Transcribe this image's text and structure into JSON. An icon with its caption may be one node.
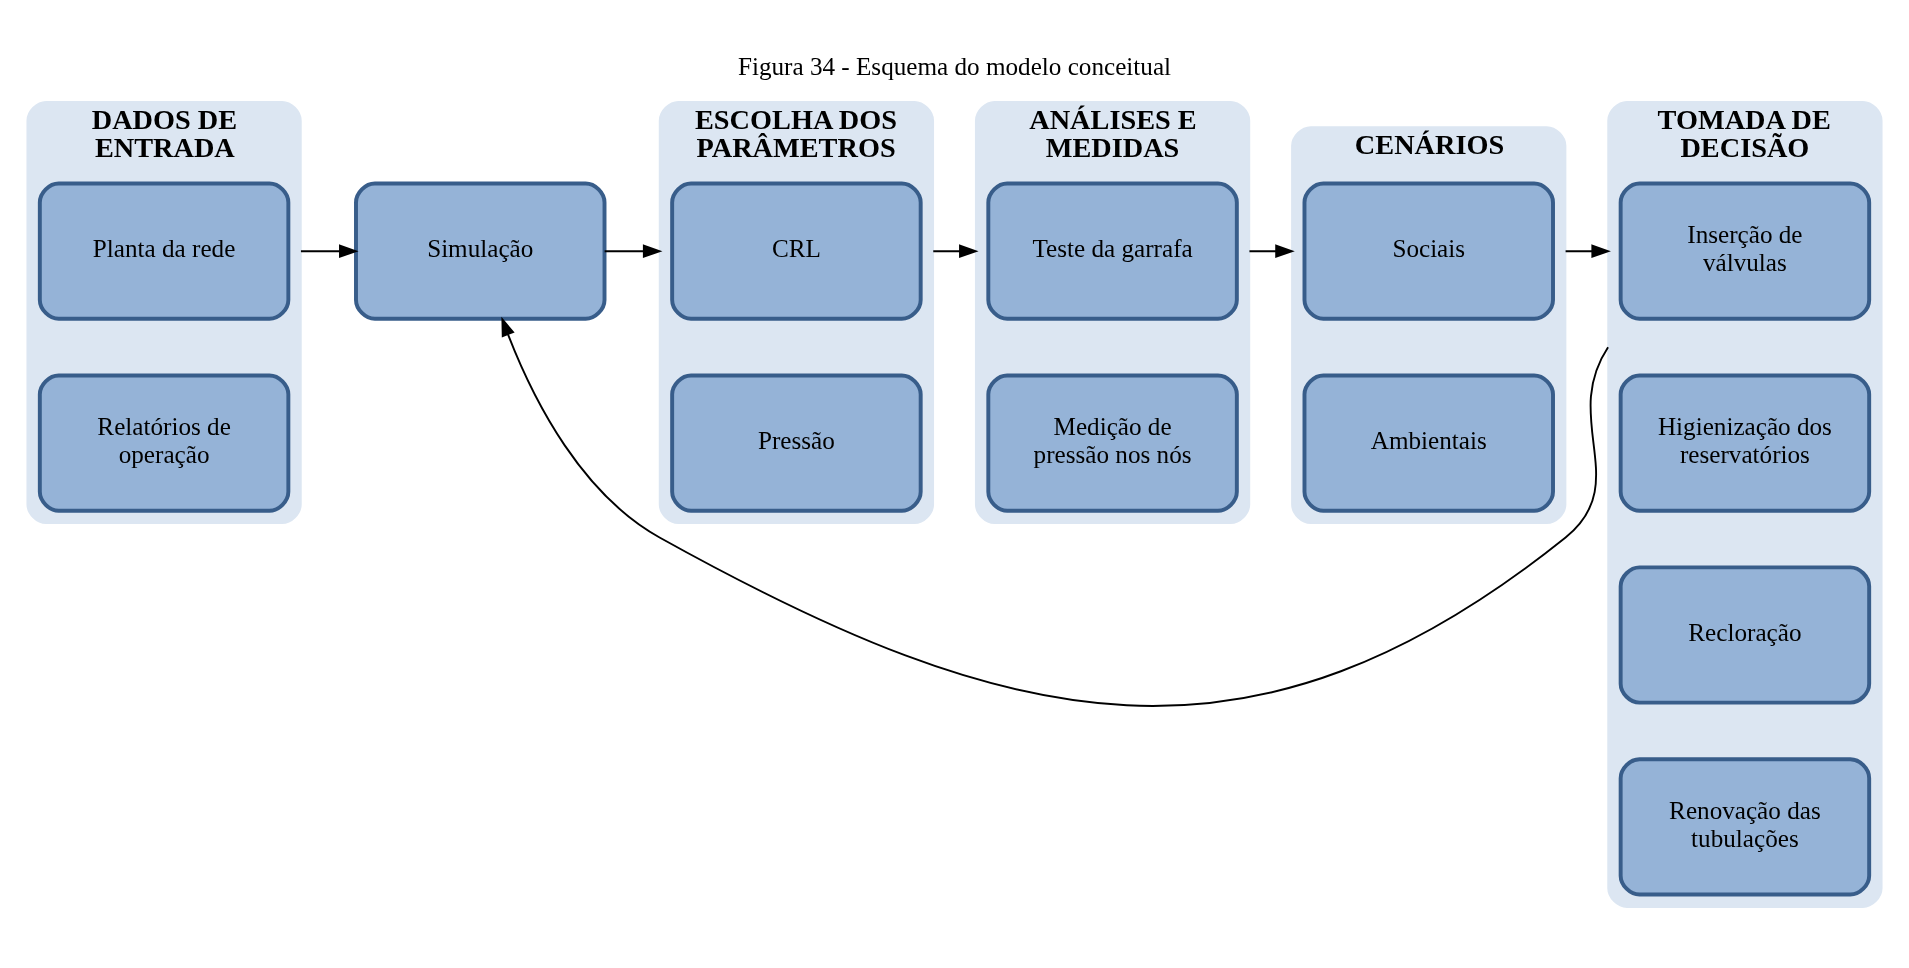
{
  "diagram": {
    "title": "Figura 34 - Esquema do modelo conceitual",
    "nodes": [
      {
        "text": [
          "DADOS DE ENTRADA"
        ]
      },
      {
        "text": [
          "Planta da rede"
        ],
        "in": 0
      },
      {
        "text": [
          "Relatórios de operação"
        ],
        "in": 0
      },
      {
        "text": [
          "Simulação"
        ]
      },
      {
        "text": [
          "ESCOLHA DOS PARÂMETROS"
        ]
      },
      {
        "text": [
          "CRL"
        ],
        "in": 4
      },
      {
        "text": [
          "Pressão"
        ],
        "in": 4
      },
      {
        "text": [
          "ANÁLISES E MEDIDAS"
        ]
      },
      {
        "text": [
          "Teste da garrafa"
        ],
        "in": 7
      },
      {
        "text": [
          "Medição de pressão nos nós"
        ],
        "in": 7
      },
      {
        "text": [
          "CENÁRIOS"
        ]
      },
      {
        "text": [
          "Sociais"
        ],
        "in": 10
      },
      {
        "text": [
          "Ambientais"
        ],
        "in": 10
      },
      {
        "text": [
          "TOMADA DE DECISÃO"
        ]
      },
      {
        "text": [
          "Inserção de válvulas"
        ],
        "in": 13
      },
      {
        "text": [
          "Higienização dos reservatórios"
        ],
        "in": 13
      },
      {
        "text": [
          "Recloração"
        ],
        "in": 13
      },
      {
        "text": [
          "Renovação das tubulações"
        ],
        "in": 13
      }
    ],
    "edges": [
      {
        "from": 0,
        "to": 3,
        "arrow": "to"
      },
      {
        "from": 3,
        "to": 4,
        "arrow": "to"
      },
      {
        "from": 4,
        "to": 7,
        "arrow": "to"
      },
      {
        "from": 7,
        "to": 10,
        "arrow": "to"
      },
      {
        "from": 10,
        "to": 13,
        "arrow": "to"
      },
      {
        "from": 13,
        "to": 3,
        "arrow": "to"
      }
    ]
  }
}
